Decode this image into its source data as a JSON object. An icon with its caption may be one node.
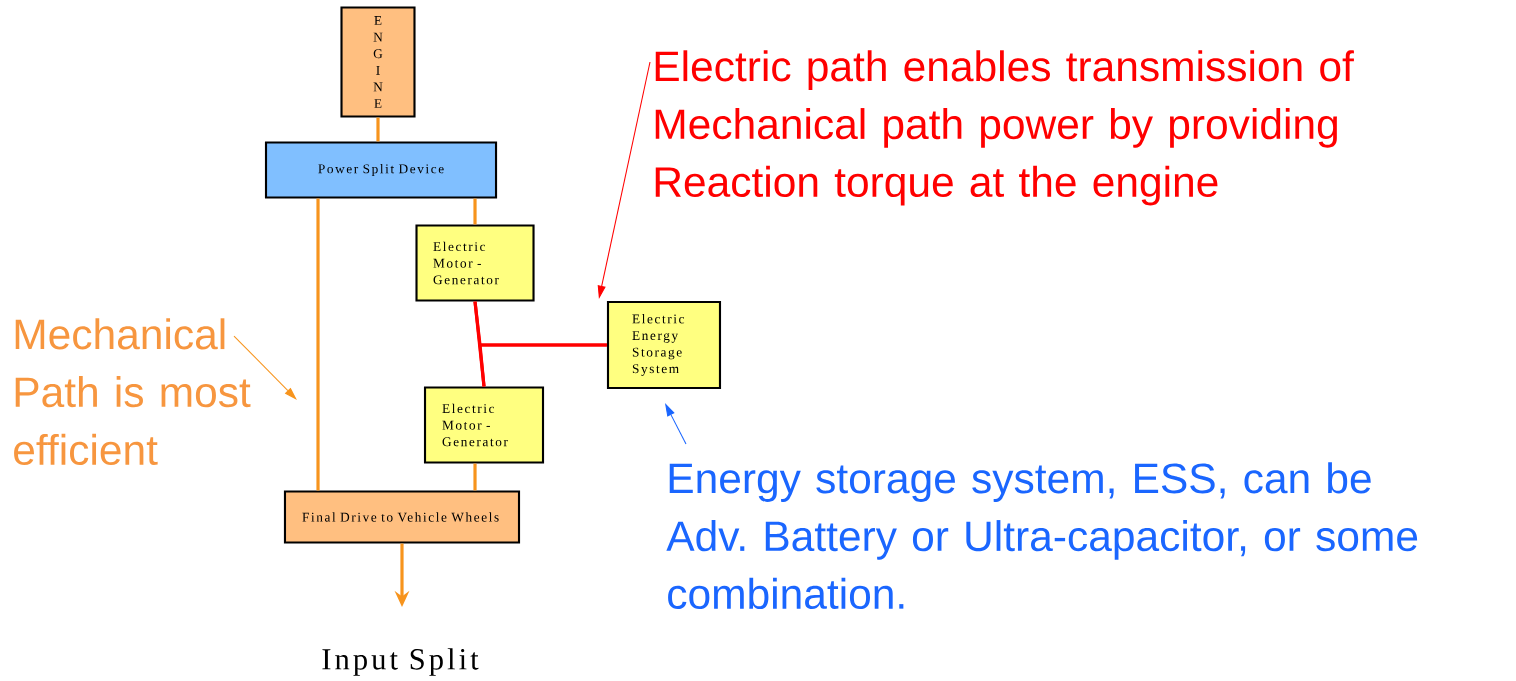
{
  "diagram": {
    "caption": "Input Split",
    "nodes": [
      {
        "text": [
          "E N G I N E"
        ]
      },
      {
        "text": [
          "Power Split Device"
        ]
      },
      {
        "text": [
          "Electric Motor - Generator"
        ]
      },
      {
        "text": [
          "Electric Energy Storage System"
        ]
      },
      {
        "text": [
          "Electric Motor - Generator"
        ]
      },
      {
        "text": [
          "Final Drive to Vehicle Wheels"
        ]
      },
      {
        "text": [
          "Electric path enables transmission of Mechanical path power by providing Reaction torque at the engine"
        ]
      },
      {
        "text": [
          "Mechanical Path is most efficient"
        ]
      },
      {
        "text": [
          "Energy storage system, ESS, can be Adv. Battery or Ultra-capacitor, or some combination."
        ]
      }
    ],
    "edges": [
      {
        "from": 0,
        "to": 1,
        "arrow": "none"
      },
      {
        "from": 1,
        "to": 5,
        "arrow": "none"
      },
      {
        "from": 1,
        "to": 2,
        "arrow": "none"
      },
      {
        "from": 2,
        "to": 4,
        "arrow": "none",
        "color": "#ff0000"
      },
      {
        "from": 3,
        "to": 2,
        "arrow": "none",
        "color": "#ff0000"
      },
      {
        "from": 3,
        "to": 4,
        "arrow": "none",
        "color": "#ff0000"
      },
      {
        "from": 4,
        "to": 5,
        "arrow": "none"
      },
      {
        "from": 5,
        "to": null,
        "arrow": "to"
      },
      {
        "from": 6,
        "to": 3,
        "arrow": "to",
        "color": "#ff0000"
      },
      {
        "from": 7,
        "to": null,
        "arrow": "to"
      },
      {
        "from": 8,
        "to": 3,
        "arrow": "to",
        "color": "#1a66ff"
      }
    ]
  }
}
